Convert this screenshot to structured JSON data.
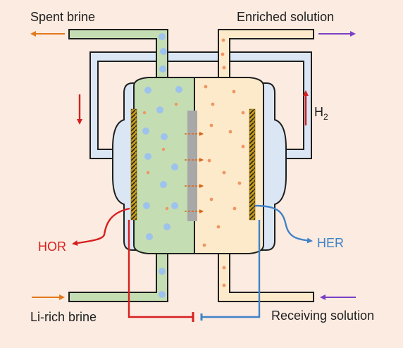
{
  "labels": {
    "spent_brine": "Spent brine",
    "enriched_solution": "Enriched solution",
    "h2_main": "H",
    "h2_sub": "2",
    "hor": "HOR",
    "her": "HER",
    "li_rich_brine": "Li-rich brine",
    "receiving_solution": "Receiving solution"
  },
  "colors": {
    "background": "#fcebe0",
    "brine_chamber": "#c4ddb2",
    "receiving_chamber": "#fdeacb",
    "frame": "#dbe6f5",
    "outline": "#1f1f1f",
    "lithium_ion": "#9ec2ee",
    "proton": "#ef9662",
    "membrane": "#a8a8a8",
    "electrode_mesh": "#c79a16",
    "red_circuit": "#d62020",
    "blue_circuit": "#3f82c8",
    "orange_arrow": "#e4781c",
    "purple_arrow": "#7a3fc4"
  },
  "icons": {
    "orange_arrow": "arrow-left-icon",
    "purple_arrow": "arrow-right-icon",
    "down_arrow": "arrow-down-icon",
    "up_arrow": "arrow-up-icon"
  }
}
